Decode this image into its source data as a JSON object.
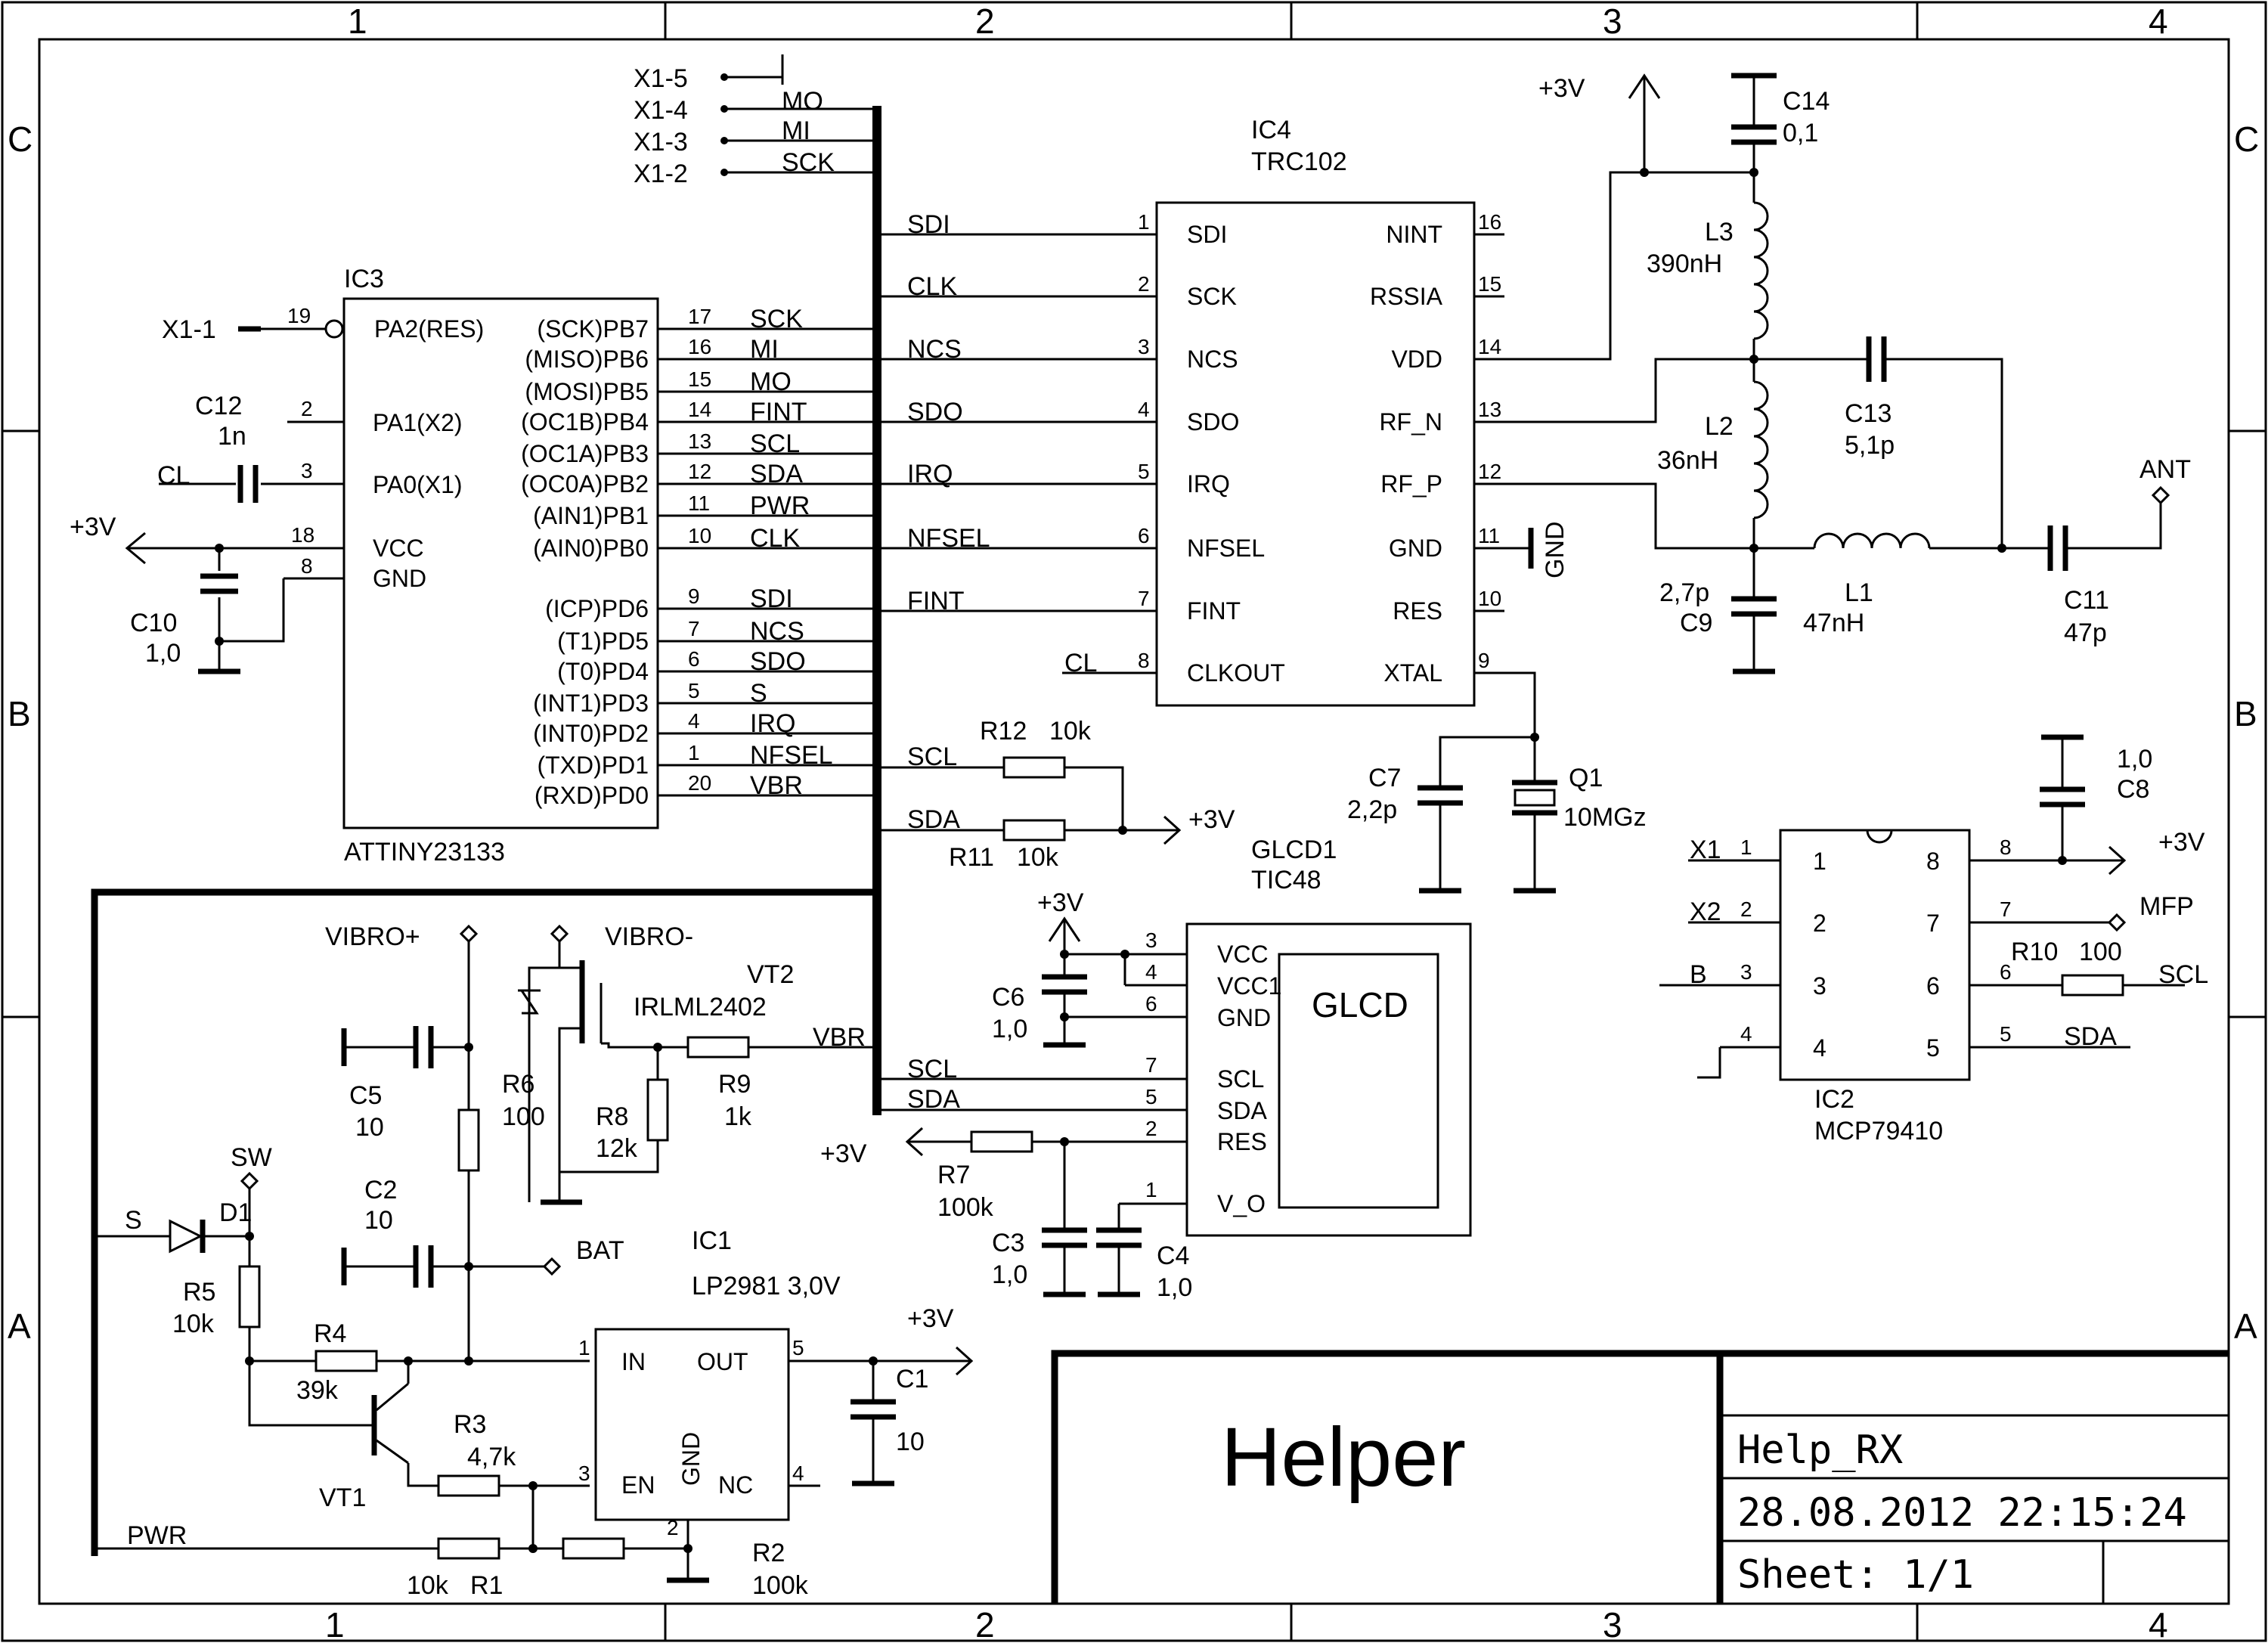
{
  "frame": {
    "col_labels": [
      "1",
      "2",
      "3",
      "4"
    ],
    "row_labels": [
      "C",
      "B",
      "A"
    ]
  },
  "connector": {
    "pins": [
      "X1-5",
      "X1-4",
      "X1-3",
      "X1-2",
      "X1-1"
    ]
  },
  "bus_labels": [
    "MO",
    "MI",
    "SCK"
  ],
  "ic3": {
    "ref": "IC3",
    "part": "ATTINY23133",
    "left_pins": [
      {
        "num": "19",
        "name": "PA2(RES)"
      },
      {
        "num": "2",
        "name": "PA1(X2)"
      },
      {
        "num": "3",
        "name": "PA0(X1)"
      },
      {
        "num": "18",
        "name": "VCC"
      },
      {
        "num": "8",
        "name": "GND"
      }
    ],
    "right_pins": [
      {
        "num": "17",
        "name": "(SCK)PB7",
        "net": "SCK"
      },
      {
        "num": "16",
        "name": "(MISO)PB6",
        "net": "MI"
      },
      {
        "num": "15",
        "name": "(MOSI)PB5",
        "net": "MO"
      },
      {
        "num": "14",
        "name": "(OC1B)PB4",
        "net": "FINT"
      },
      {
        "num": "13",
        "name": "(OC1A)PB3",
        "net": "SCL"
      },
      {
        "num": "12",
        "name": "(OC0A)PB2",
        "net": "SDA"
      },
      {
        "num": "11",
        "name": "(AIN1)PB1",
        "net": "PWR"
      },
      {
        "num": "10",
        "name": "(AIN0)PB0",
        "net": "CLK"
      },
      {
        "num": "9",
        "name": "(ICP)PD6",
        "net": "SDI"
      },
      {
        "num": "7",
        "name": "(T1)PD5",
        "net": "NCS"
      },
      {
        "num": "6",
        "name": "(T0)PD4",
        "net": "SDO"
      },
      {
        "num": "5",
        "name": "(INT1)PD3",
        "net": "S"
      },
      {
        "num": "4",
        "name": "(INT0)PD2",
        "net": "IRQ"
      },
      {
        "num": "1",
        "name": "(TXD)PD1",
        "net": "NFSEL"
      },
      {
        "num": "20",
        "name": "(RXD)PD0",
        "net": "VBR"
      }
    ]
  },
  "ic4": {
    "ref": "IC4",
    "part": "TRC102",
    "left_pins": [
      {
        "num": "1",
        "name": "SDI",
        "net": "SDI"
      },
      {
        "num": "2",
        "name": "SCK",
        "net": "CLK"
      },
      {
        "num": "3",
        "name": "NCS",
        "net": "NCS"
      },
      {
        "num": "4",
        "name": "SDO",
        "net": "SDO"
      },
      {
        "num": "5",
        "name": "IRQ",
        "net": "IRQ"
      },
      {
        "num": "6",
        "name": "NFSEL",
        "net": "NFSEL"
      },
      {
        "num": "7",
        "name": "FINT",
        "net": "FINT"
      },
      {
        "num": "8",
        "name": "CLKOUT",
        "net": "CL"
      }
    ],
    "right_pins": [
      {
        "num": "16",
        "name": "NINT"
      },
      {
        "num": "15",
        "name": "RSSIA"
      },
      {
        "num": "14",
        "name": "VDD"
      },
      {
        "num": "13",
        "name": "RF_N"
      },
      {
        "num": "12",
        "name": "RF_P"
      },
      {
        "num": "11",
        "name": "GND"
      },
      {
        "num": "10",
        "name": "RES"
      },
      {
        "num": "9",
        "name": "XTAL"
      }
    ]
  },
  "rf": {
    "c14": {
      "ref": "C14",
      "value": "0,1"
    },
    "l3": {
      "ref": "L3",
      "value": "390nH"
    },
    "l2": {
      "ref": "L2",
      "value": "36nH"
    },
    "c13": {
      "ref": "C13",
      "value": "5,1p"
    },
    "l1": {
      "ref": "L1",
      "value": "47nH"
    },
    "c9": {
      "ref": "C9",
      "value": "2,7p"
    },
    "c11": {
      "ref": "C11",
      "value": "47p"
    },
    "ant": "ANT",
    "gnd": "GND"
  },
  "xtal": {
    "c7": {
      "ref": "C7",
      "value": "2,2p"
    },
    "q1": {
      "ref": "Q1",
      "value": "10MGz"
    }
  },
  "pullups": {
    "r12": {
      "ref": "R12",
      "value": "10k"
    },
    "r11": {
      "ref": "R11",
      "value": "10k"
    },
    "scl": "SCL",
    "sda": "SDA"
  },
  "glcd": {
    "ref": "GLCD1",
    "part": "TIC48",
    "inner": "GLCD",
    "pins": [
      {
        "num": "3",
        "name": "VCC"
      },
      {
        "num": "4",
        "name": "VCC1"
      },
      {
        "num": "6",
        "name": "GND"
      },
      {
        "num": "7",
        "name": "SCL"
      },
      {
        "num": "5",
        "name": "SDA"
      },
      {
        "num": "2",
        "name": "RES"
      },
      {
        "num": "1",
        "name": "V_O"
      }
    ],
    "c6": {
      "ref": "C6",
      "value": "1,0"
    },
    "c3": {
      "ref": "C3",
      "value": "1,0"
    },
    "c4": {
      "ref": "C4",
      "value": "1,0"
    },
    "r7": {
      "ref": "R7",
      "value": "100k"
    }
  },
  "rtc": {
    "ref": "IC2",
    "part": "MCP79410",
    "left_pins": [
      {
        "num": "1",
        "net": "X1"
      },
      {
        "num": "2",
        "net": "X2"
      },
      {
        "num": "3",
        "net": "B"
      },
      {
        "num": "4",
        "net": ""
      }
    ],
    "right_pins": [
      {
        "num": "8",
        "net": "+3V"
      },
      {
        "num": "7",
        "net": "MFP"
      },
      {
        "num": "6",
        "net": "SCL"
      },
      {
        "num": "5",
        "net": "SDA"
      }
    ],
    "c8": {
      "ref": "C8",
      "value": "1,0"
    },
    "r10": {
      "ref": "R10",
      "value": "100"
    }
  },
  "left_caps": {
    "c12": {
      "ref": "C12",
      "value": "1n"
    },
    "c10": {
      "ref": "C10",
      "value": "1,0"
    },
    "cl": "CL"
  },
  "power": {
    "vibro_plus": "VIBRO+",
    "vibro_minus": "VIBRO-",
    "vt2": {
      "ref": "VT2",
      "value": "IRLML2402"
    },
    "vbr": "VBR",
    "c5": {
      "ref": "C5",
      "value": "10"
    },
    "c2": {
      "ref": "C2",
      "value": "10"
    },
    "r6": {
      "ref": "R6",
      "value": "100"
    },
    "r8": {
      "ref": "R8",
      "value": "12k"
    },
    "r9": {
      "ref": "R9",
      "value": "1k"
    },
    "sw": "SW",
    "s": "S",
    "d1": "D1",
    "r5": {
      "ref": "R5",
      "value": "10k"
    },
    "r4": {
      "ref": "R4",
      "value": "39k"
    },
    "vt1": "VT1",
    "r3": {
      "ref": "R3",
      "value": "4,7k"
    },
    "r1": {
      "ref": "R1",
      "value": "10k"
    },
    "r2": {
      "ref": "R2",
      "value": "100k"
    },
    "bat": "BAT",
    "pwr": "PWR",
    "ic1": {
      "ref": "IC1",
      "part": "LP2981 3,0V",
      "pins": [
        "IN",
        "OUT",
        "EN",
        "GND",
        "NC"
      ]
    },
    "c1": {
      "ref": "C1",
      "value": "10"
    }
  },
  "rail": "+3V",
  "title_block": {
    "title": "Helper",
    "name": "Help_RX",
    "date": "28.08.2012  22:15:24",
    "sheet": "Sheet: 1/1"
  }
}
